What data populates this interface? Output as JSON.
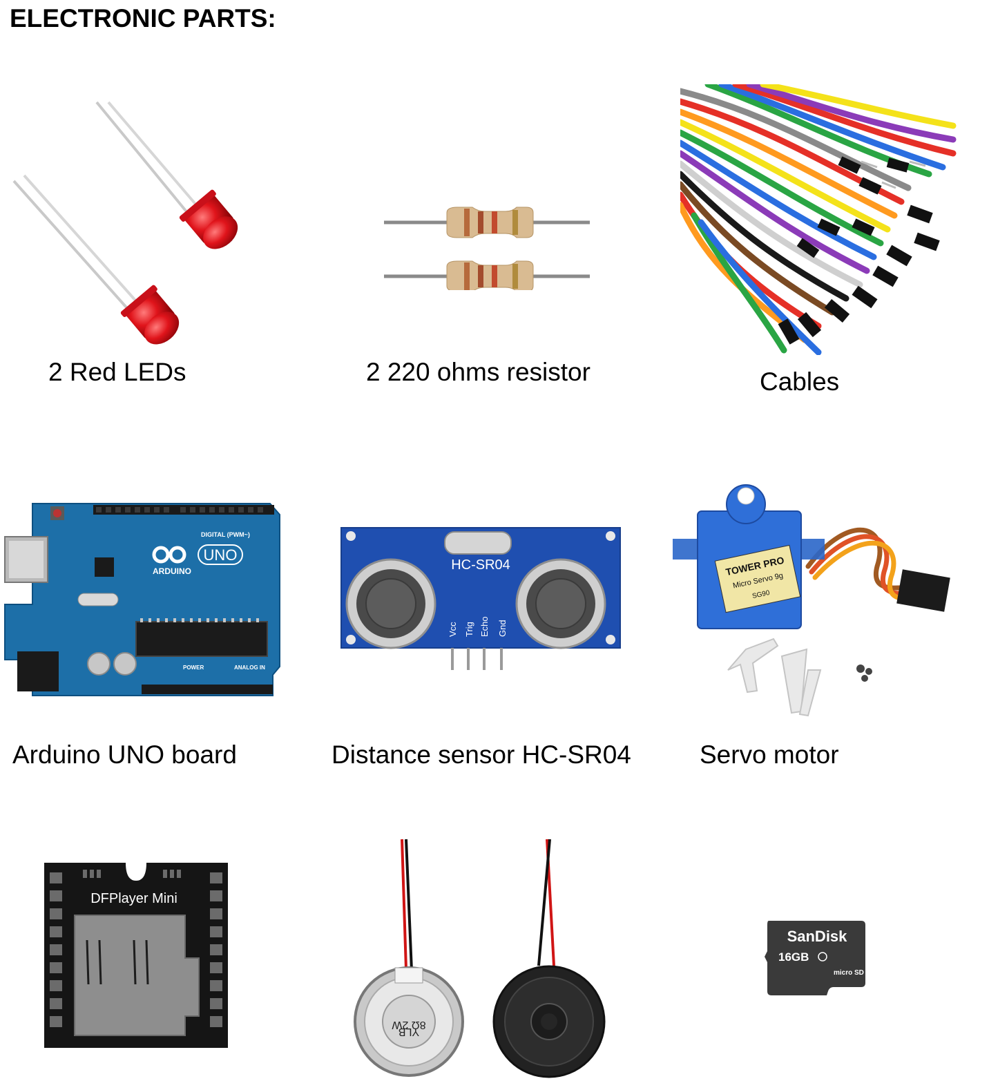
{
  "heading": "ELECTRONIC PARTS:",
  "parts": [
    {
      "caption": "2 Red LEDs",
      "icon": "red-led-icon"
    },
    {
      "caption": "2 220 ohms resistor",
      "icon": "resistor-icon"
    },
    {
      "caption": "Cables",
      "icon": "jumper-cables-icon"
    },
    {
      "caption": "Arduino UNO board",
      "icon": "arduino-board-icon"
    },
    {
      "caption": "Distance sensor HC-SR04",
      "icon": "ultrasonic-sensor-icon"
    },
    {
      "caption": "Servo motor",
      "icon": "servo-motor-icon"
    },
    {
      "caption": "",
      "icon": "dfplayer-mini-icon"
    },
    {
      "caption": "",
      "icon": "speaker-icon"
    },
    {
      "caption": "",
      "icon": "microsd-card-icon"
    }
  ],
  "printed_text": {
    "arduino_logo": "ARDUINO",
    "arduino_model": "UNO",
    "arduino_digital": "DIGITAL (PWM~)",
    "arduino_power": "POWER",
    "arduino_analog": "ANALOG IN",
    "sensor_model": "HC-SR04",
    "sensor_pins": [
      "Vcc",
      "Trig",
      "Echo",
      "Gnd"
    ],
    "servo_brand": "TOWER PRO",
    "servo_line2": "Micro Servo 9g",
    "servo_model": "SG90",
    "dfplayer_label": "DFPlayer Mini",
    "speaker_label_1": "8Ω 2W",
    "speaker_label_2": "YLB",
    "sd_brand": "SanDisk",
    "sd_capacity": "16GB",
    "sd_type": "micro SD HC"
  },
  "colors": {
    "led_red": "#d8151c",
    "arduino_blue": "#1d6fa8",
    "sensor_blue": "#1f4fb0",
    "servo_blue": "#2a66c9",
    "resistor_body": "#d8b98f",
    "board_black": "#151515",
    "sd_gray": "#3a3a3a"
  }
}
